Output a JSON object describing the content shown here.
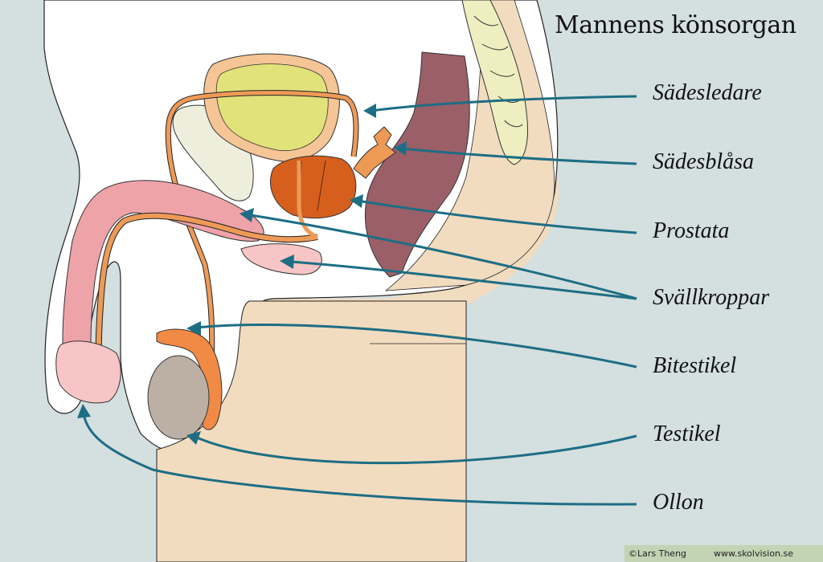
{
  "title": "Mannens könsorgan",
  "labels": {
    "sadesledare": "Sädesledare",
    "sadesblasa": "Sädesblåsa",
    "prostata": "Prostata",
    "svallkroppar": "Svällkroppar",
    "bitestikel": "Bitestikel",
    "testikel": "Testikel",
    "ollon": "Ollon"
  },
  "credits": {
    "author": "©Lars Theng",
    "website": "www.skolvision.se"
  },
  "colors": {
    "background": "#d4dfdf",
    "skin": "#f2dcc0",
    "arrow": "#1d6e84",
    "bladder": "#e2e27a",
    "prostate": "#d65f1e",
    "duct": "#ee9a57",
    "rectum": "#9b5f68",
    "corpus": "#eea3a9",
    "testicle": "#bcb0a4",
    "epididymis": "#f08a45",
    "bone": "#eeeec0"
  }
}
